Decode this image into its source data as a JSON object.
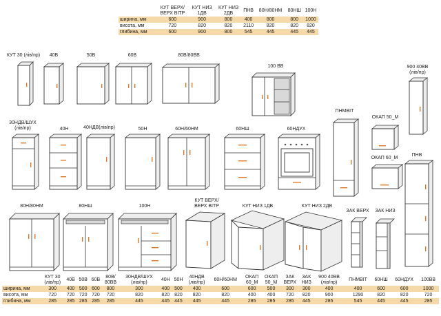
{
  "top_table": {
    "headers": [
      "",
      "КУТ ВЕРХ/\nВЕРХ ВІТР",
      "КУТ НИЗ\n1ДВ",
      "КУТ НИЗ\n2ДВ",
      "ПНВ",
      "80Н/80НМ",
      "80НШ",
      "100Н"
    ],
    "rows": [
      {
        "label": "ширина, мм",
        "values": [
          "600",
          "900",
          "800",
          "400",
          "800",
          "800",
          "1000"
        ]
      },
      {
        "label": "висота, мм",
        "values": [
          "720",
          "820",
          "820",
          "2110",
          "820",
          "820",
          "820"
        ]
      },
      {
        "label": "глибина, мм",
        "values": [
          "600",
          "900",
          "800",
          "545",
          "445",
          "445",
          "445"
        ]
      }
    ]
  },
  "bottom_table": {
    "headers": [
      "",
      "КУТ 30\n(лів/пр)",
      "40В",
      "50В",
      "60В",
      "80В/\n80ВВ",
      "30НДВ/ШУХ\n(лів/пр)",
      "40Н",
      "50Н",
      "40НДВ\n(лів/пр)",
      "60Н/60НМ",
      "ОКАП\n60_М",
      "ОКАП\n50_М",
      "ЗАК\nВЕРХ",
      "ЗАК\nНИЗ",
      "900 40ВВ\n(лів/пр)",
      "ПНМВІТ",
      "60НШ",
      "60НДУХ",
      "100ВВ"
    ],
    "rows": [
      {
        "label": "ширина, мм",
        "values": [
          "300",
          "400",
          "500",
          "600",
          "800",
          "300",
          "400",
          "500",
          "400",
          "600",
          "600",
          "500",
          "300",
          "300",
          "400",
          "400",
          "600",
          "600",
          "1000"
        ]
      },
      {
        "label": "висота, мм",
        "values": [
          "720",
          "720",
          "720",
          "720",
          "720",
          "820",
          "820",
          "820",
          "820",
          "820",
          "400",
          "400",
          "720",
          "820",
          "900",
          "1290",
          "820",
          "820",
          "720"
        ]
      },
      {
        "label": "глибина, мм",
        "values": [
          "285",
          "285",
          "285",
          "285",
          "285",
          "445",
          "445",
          "445",
          "445",
          "445",
          "285",
          "285",
          "285",
          "445",
          "285",
          "545",
          "445",
          "445",
          "285"
        ]
      }
    ]
  },
  "labels": {
    "kut30": "КУТ 30 (лів/пр)",
    "v40": "40В",
    "v50": "50В",
    "v60": "60В",
    "v80": "80В/80ВВ",
    "vv100": "100 ВВ",
    "vv900": "900 40ВВ\n(лів/пр)",
    "ndv30": "30НДВ/ШУХ\n(лів/пр)",
    "n40": "40Н",
    "ndv40": "40НДВ(лів/пр)",
    "n50": "50Н",
    "n60": "60Н/60НМ",
    "nsh60": "60НШ",
    "nduh60": "60НДУХ",
    "pnmvit": "ПНМВІТ",
    "okap50": "ОКАП 50_М",
    "okap60": "ОКАП 60_М",
    "pnv": "ПНВ",
    "n80": "80Н/80НМ",
    "nsh80": "80НШ",
    "n100": "100Н",
    "kut_verh": "КУТ ВЕРХ/\nВЕРХ ВІТР",
    "kut_niz1": "КУТ НИЗ 1ДВ",
    "kut_niz2": "КУТ НИЗ 2ДВ",
    "zak_verh": "ЗАК ВЕРХ",
    "zak_niz": "ЗАК НИЗ"
  },
  "colors": {
    "band": "#f5d9a8",
    "handle": "#e07a2a",
    "line": "#333333"
  }
}
